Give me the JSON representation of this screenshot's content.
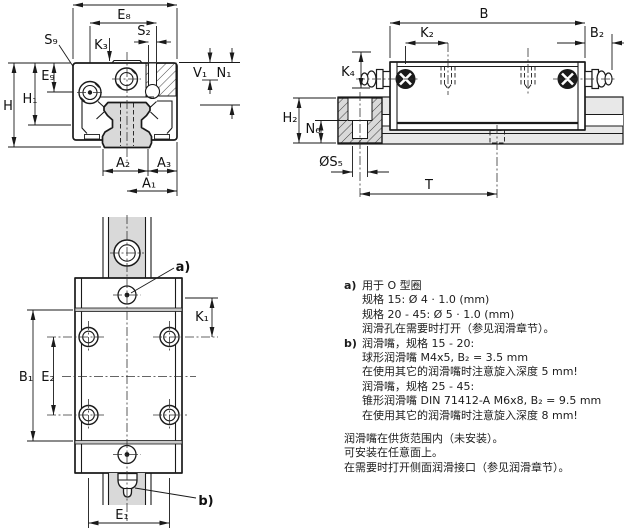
{
  "drawing": {
    "description": "Linear guide runner block dimension drawing, three orthographic views with lubrication notes",
    "cross_section": {
      "e8": "E₈",
      "s2": "S₂",
      "s9": "S₉",
      "k3": "K₃",
      "v1": "V₁",
      "n1": "N₁",
      "e9": "E₉",
      "h1": "H₁",
      "h": "H",
      "a2": "A₂",
      "a3": "A₃",
      "a1": "A₁"
    },
    "side_view": {
      "b": "B",
      "k2": "K₂",
      "b2": "B₂",
      "k4": "K₄",
      "h2": "H₂",
      "n6": "N₆",
      "s5": "ØS₅",
      "t": "T"
    },
    "top_view": {
      "a_ref": "a)",
      "k1": "K₁",
      "b1": "B₁",
      "e2": "E₂",
      "e1": "E₁",
      "b_ref": "b)"
    }
  },
  "notes": {
    "a_tag": "a)",
    "a_lines": [
      "用于 O 型圈",
      "规格 15: Ø 4 · 1.0 (mm)",
      "规格 20 - 45: Ø 5 · 1.0 (mm)",
      "润滑孔在需要时打开（参见润滑章节）。"
    ],
    "b_tag": "b)",
    "b_lines": [
      "润滑嘴，规格 15 - 20:",
      "球形润滑嘴 M4x5, B₂ = 3.5 mm",
      "在使用其它的润滑嘴时注意旋入深度 5 mm!",
      "润滑嘴，规格 25 - 45:",
      "锥形润滑嘴 DIN 71412-A M6x8, B₂ = 9.5 mm",
      "在使用其它的润滑嘴时注意旋入深度 8 mm!"
    ],
    "footer_lines": [
      "润滑嘴在供货范围内（未安装）。",
      "可安装在任意面上。",
      "在需要时打开侧面润滑接口（参见润滑章节）。"
    ]
  },
  "colors": {
    "line": "#1a1a1a",
    "fill_gray": "#d9d9d9",
    "background": "#ffffff"
  }
}
